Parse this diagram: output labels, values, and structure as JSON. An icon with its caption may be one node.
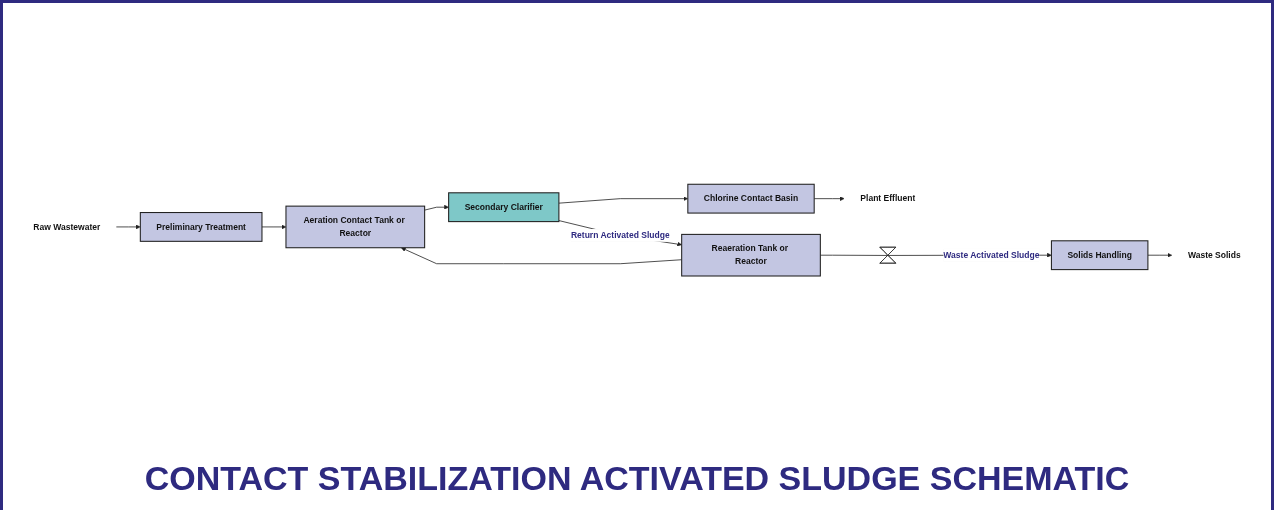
{
  "diagram": {
    "title": "CONTACT STABILIZATION ACTIVATED SLUDGE SCHEMATIC",
    "nodes": [
      {
        "text": [
          "Raw Wastewater"
        ]
      },
      {
        "text": [
          "Preliminary Treatment"
        ]
      },
      {
        "text": [
          "Aeration Contact Tank or Reactor"
        ]
      },
      {
        "text": [
          "Secondary Clarifier"
        ]
      },
      {
        "text": [
          "Chlorine Contact Basin"
        ]
      },
      {
        "text": [
          "Plant Effluent"
        ]
      },
      {
        "text": [
          "Waste Solids"
        ]
      },
      {
        "text": [
          "Solids Handling"
        ]
      },
      {
        "text": [],
        "shape": "valve"
      },
      {
        "text": [
          "Reaeration Tank or Reactor"
        ]
      }
    ],
    "edges": [
      {
        "from": 0,
        "to": 1,
        "arrow": "to"
      },
      {
        "from": 1,
        "to": 2,
        "arrow": "to"
      },
      {
        "from": 9,
        "to": 2,
        "arrow": "to"
      },
      {
        "from": 9,
        "to": 8,
        "arrow": "none"
      },
      {
        "from": 8,
        "to": 7,
        "arrow": "to",
        "label": "Waste Activated Sludge"
      },
      {
        "from": 7,
        "to": 6,
        "arrow": "to"
      },
      {
        "from": 2,
        "to": 3,
        "arrow": "to"
      },
      {
        "from": 3,
        "to": 4,
        "arrow": "to"
      },
      {
        "from": 4,
        "to": 5,
        "arrow": "to"
      },
      {
        "from": 3,
        "to": 9,
        "arrow": "to",
        "label": "Return Activated Sludge"
      }
    ]
  }
}
